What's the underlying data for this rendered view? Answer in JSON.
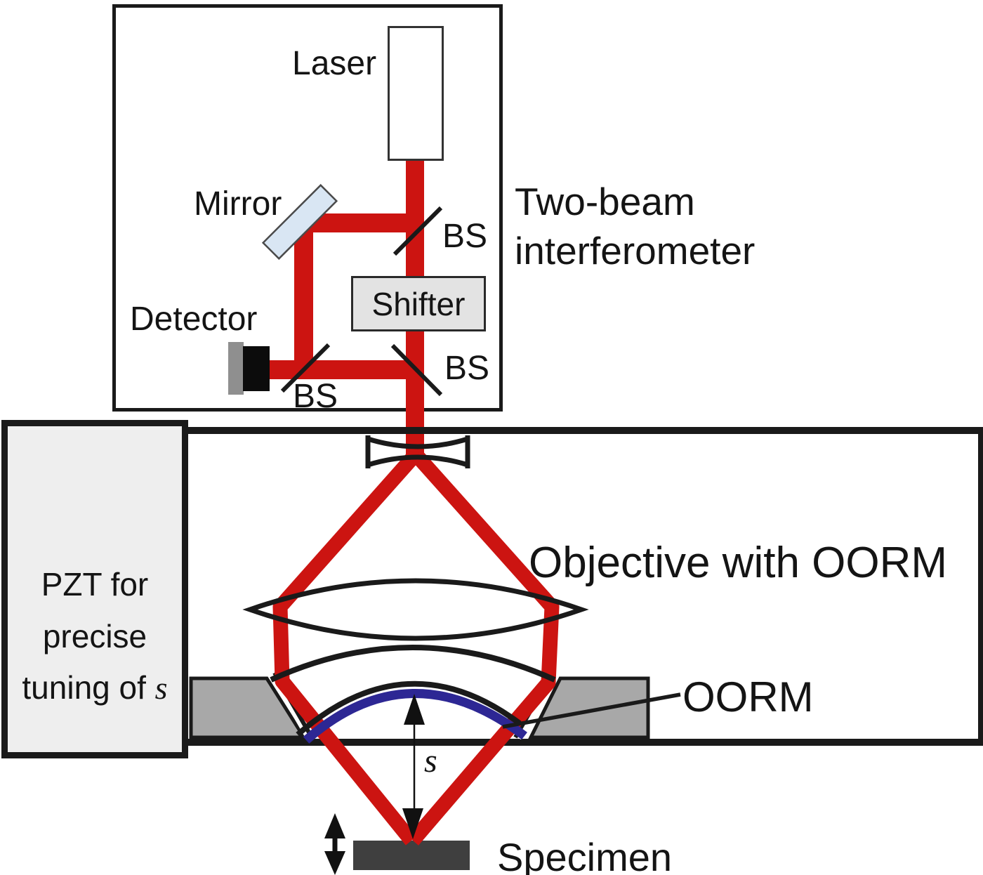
{
  "figure": {
    "type": "optical-schematic",
    "interferometer_title": "Two-beam interferometer",
    "labels": {
      "laser": "Laser",
      "mirror": "Mirror",
      "detector": "Detector",
      "beam_splitter_top": "BS",
      "beam_splitter_left": "BS",
      "beam_splitter_right": "BS",
      "shifter": "Shifter",
      "objective": "Objective with OORM",
      "oorm": "OORM",
      "pzt_line1": "PZT for",
      "pzt_line2": "precise",
      "pzt_line3": "tuning of ",
      "pzt_s": "s",
      "gap_distance": "s",
      "specimen": "Specimen"
    },
    "colors": {
      "beam": "#cc1411",
      "arc_blue": "#2d2794",
      "mirror": "#d9e6f3",
      "trapezoid": "#a8a8a8",
      "box_gray": "#eeeeee",
      "shifter_gray": "#e3e3e3",
      "detector_gray": "#8f8f8f",
      "specimen": "#3f3f3f",
      "dark": "#1a1a1a"
    }
  }
}
